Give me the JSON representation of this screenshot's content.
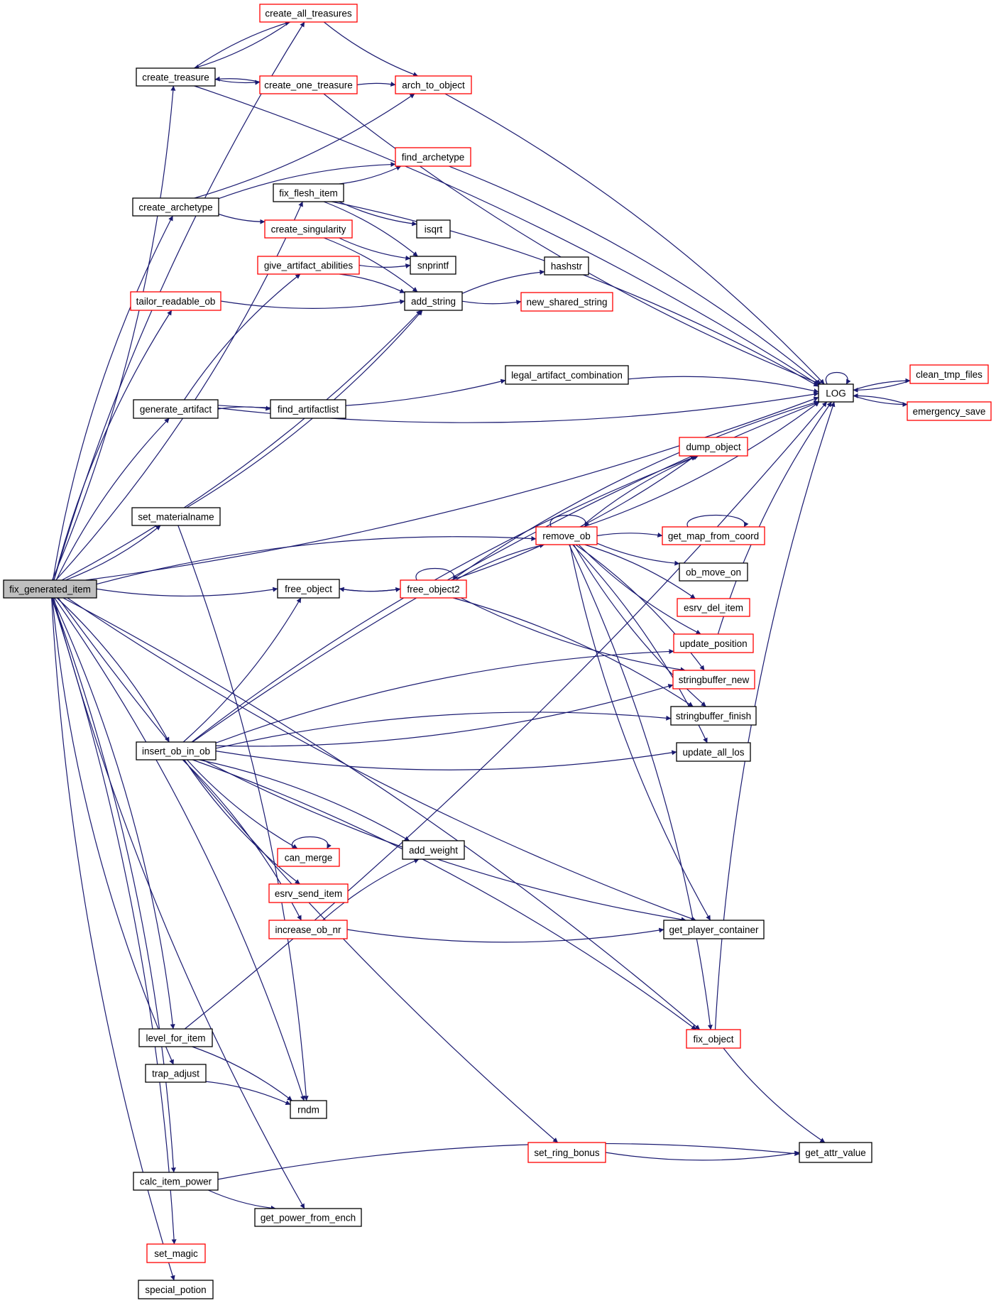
{
  "title": "fix_generated_item call graph",
  "colors": {
    "edge": "#191970",
    "focus_fill": "#bfbfbf",
    "default_fill": "#ffffff",
    "normal_border": "#000000",
    "truncated_border": "#ff0000"
  },
  "nodes": [
    {
      "id": "fix_generated_item",
      "label": "fix_generated_item",
      "kind": "focus"
    },
    {
      "id": "create_all_treasures",
      "label": "create_all_treasures",
      "kind": "truncated"
    },
    {
      "id": "create_treasure",
      "label": "create_treasure",
      "kind": "normal"
    },
    {
      "id": "create_one_treasure",
      "label": "create_one_treasure",
      "kind": "truncated"
    },
    {
      "id": "arch_to_object",
      "label": "arch_to_object",
      "kind": "truncated"
    },
    {
      "id": "find_archetype",
      "label": "find_archetype",
      "kind": "truncated"
    },
    {
      "id": "create_archetype",
      "label": "create_archetype",
      "kind": "normal"
    },
    {
      "id": "fix_flesh_item",
      "label": "fix_flesh_item",
      "kind": "normal"
    },
    {
      "id": "create_singularity",
      "label": "create_singularity",
      "kind": "truncated"
    },
    {
      "id": "isqrt",
      "label": "isqrt",
      "kind": "normal"
    },
    {
      "id": "give_artifact_abilities",
      "label": "give_artifact_abilities",
      "kind": "truncated"
    },
    {
      "id": "snprintf",
      "label": "snprintf",
      "kind": "normal"
    },
    {
      "id": "hashstr",
      "label": "hashstr",
      "kind": "normal"
    },
    {
      "id": "tailor_readable_ob",
      "label": "tailor_readable_ob",
      "kind": "truncated"
    },
    {
      "id": "add_string",
      "label": "add_string",
      "kind": "normal"
    },
    {
      "id": "new_shared_string",
      "label": "new_shared_string",
      "kind": "truncated"
    },
    {
      "id": "legal_artifact_combination",
      "label": "legal_artifact_combination",
      "kind": "normal"
    },
    {
      "id": "LOG",
      "label": "LOG",
      "kind": "normal"
    },
    {
      "id": "clean_tmp_files",
      "label": "clean_tmp_files",
      "kind": "truncated"
    },
    {
      "id": "emergency_save",
      "label": "emergency_save",
      "kind": "truncated"
    },
    {
      "id": "generate_artifact",
      "label": "generate_artifact",
      "kind": "normal"
    },
    {
      "id": "find_artifactlist",
      "label": "find_artifactlist",
      "kind": "normal"
    },
    {
      "id": "dump_object",
      "label": "dump_object",
      "kind": "truncated"
    },
    {
      "id": "set_materialname",
      "label": "set_materialname",
      "kind": "normal"
    },
    {
      "id": "remove_ob",
      "label": "remove_ob",
      "kind": "truncated"
    },
    {
      "id": "get_map_from_coord",
      "label": "get_map_from_coord",
      "kind": "truncated"
    },
    {
      "id": "ob_move_on",
      "label": "ob_move_on",
      "kind": "normal"
    },
    {
      "id": "free_object",
      "label": "free_object",
      "kind": "normal"
    },
    {
      "id": "free_object2",
      "label": "free_object2",
      "kind": "truncated"
    },
    {
      "id": "esrv_del_item",
      "label": "esrv_del_item",
      "kind": "truncated"
    },
    {
      "id": "update_position",
      "label": "update_position",
      "kind": "truncated"
    },
    {
      "id": "stringbuffer_new",
      "label": "stringbuffer_new",
      "kind": "truncated"
    },
    {
      "id": "stringbuffer_finish",
      "label": "stringbuffer_finish",
      "kind": "normal"
    },
    {
      "id": "insert_ob_in_ob",
      "label": "insert_ob_in_ob",
      "kind": "normal"
    },
    {
      "id": "update_all_los",
      "label": "update_all_los",
      "kind": "normal"
    },
    {
      "id": "can_merge",
      "label": "can_merge",
      "kind": "truncated"
    },
    {
      "id": "add_weight",
      "label": "add_weight",
      "kind": "normal"
    },
    {
      "id": "esrv_send_item",
      "label": "esrv_send_item",
      "kind": "truncated"
    },
    {
      "id": "increase_ob_nr",
      "label": "increase_ob_nr",
      "kind": "truncated"
    },
    {
      "id": "get_player_container",
      "label": "get_player_container",
      "kind": "normal"
    },
    {
      "id": "level_for_item",
      "label": "level_for_item",
      "kind": "normal"
    },
    {
      "id": "fix_object",
      "label": "fix_object",
      "kind": "truncated"
    },
    {
      "id": "trap_adjust",
      "label": "trap_adjust",
      "kind": "normal"
    },
    {
      "id": "rndm",
      "label": "rndm",
      "kind": "normal"
    },
    {
      "id": "get_attr_value",
      "label": "get_attr_value",
      "kind": "normal"
    },
    {
      "id": "set_ring_bonus",
      "label": "set_ring_bonus",
      "kind": "truncated"
    },
    {
      "id": "calc_item_power",
      "label": "calc_item_power",
      "kind": "normal"
    },
    {
      "id": "get_power_from_ench",
      "label": "get_power_from_ench",
      "kind": "normal"
    },
    {
      "id": "set_magic",
      "label": "set_magic",
      "kind": "truncated"
    },
    {
      "id": "special_potion",
      "label": "special_potion",
      "kind": "normal"
    }
  ],
  "edges": [
    [
      "fix_generated_item",
      "create_all_treasures"
    ],
    [
      "fix_generated_item",
      "create_treasure"
    ],
    [
      "fix_generated_item",
      "create_archetype"
    ],
    [
      "fix_generated_item",
      "fix_flesh_item"
    ],
    [
      "fix_generated_item",
      "tailor_readable_ob"
    ],
    [
      "fix_generated_item",
      "add_string"
    ],
    [
      "fix_generated_item",
      "generate_artifact"
    ],
    [
      "fix_generated_item",
      "set_materialname"
    ],
    [
      "fix_generated_item",
      "remove_ob"
    ],
    [
      "fix_generated_item",
      "free_object"
    ],
    [
      "fix_generated_item",
      "insert_ob_in_ob"
    ],
    [
      "fix_generated_item",
      "LOG"
    ],
    [
      "fix_generated_item",
      "fix_object"
    ],
    [
      "fix_generated_item",
      "get_player_container"
    ],
    [
      "fix_generated_item",
      "level_for_item"
    ],
    [
      "fix_generated_item",
      "trap_adjust"
    ],
    [
      "fix_generated_item",
      "rndm"
    ],
    [
      "fix_generated_item",
      "set_ring_bonus"
    ],
    [
      "fix_generated_item",
      "calc_item_power"
    ],
    [
      "fix_generated_item",
      "get_power_from_ench"
    ],
    [
      "fix_generated_item",
      "set_magic"
    ],
    [
      "fix_generated_item",
      "special_potion"
    ],
    [
      "create_all_treasures",
      "create_treasure"
    ],
    [
      "create_all_treasures",
      "arch_to_object"
    ],
    [
      "create_treasure",
      "create_all_treasures"
    ],
    [
      "create_treasure",
      "create_one_treasure"
    ],
    [
      "create_treasure",
      "LOG"
    ],
    [
      "create_one_treasure",
      "create_treasure"
    ],
    [
      "create_one_treasure",
      "arch_to_object"
    ],
    [
      "create_one_treasure",
      "LOG"
    ],
    [
      "arch_to_object",
      "LOG"
    ],
    [
      "create_archetype",
      "arch_to_object"
    ],
    [
      "create_archetype",
      "find_archetype"
    ],
    [
      "create_archetype",
      "create_singularity"
    ],
    [
      "find_archetype",
      "LOG"
    ],
    [
      "fix_flesh_item",
      "find_archetype"
    ],
    [
      "fix_flesh_item",
      "LOG"
    ],
    [
      "fix_flesh_item",
      "isqrt"
    ],
    [
      "fix_flesh_item",
      "snprintf"
    ],
    [
      "create_singularity",
      "snprintf"
    ],
    [
      "create_singularity",
      "add_string"
    ],
    [
      "give_artifact_abilities",
      "snprintf"
    ],
    [
      "give_artifact_abilities",
      "add_string"
    ],
    [
      "tailor_readable_ob",
      "add_string"
    ],
    [
      "add_string",
      "hashstr"
    ],
    [
      "add_string",
      "new_shared_string"
    ],
    [
      "generate_artifact",
      "give_artifact_abilities"
    ],
    [
      "generate_artifact",
      "LOG"
    ],
    [
      "generate_artifact",
      "find_artifactlist"
    ],
    [
      "generate_artifact",
      "legal_artifact_combination"
    ],
    [
      "legal_artifact_combination",
      "LOG"
    ],
    [
      "set_materialname",
      "add_string"
    ],
    [
      "set_materialname",
      "rndm"
    ],
    [
      "LOG",
      "LOG"
    ],
    [
      "LOG",
      "clean_tmp_files"
    ],
    [
      "LOG",
      "emergency_save"
    ],
    [
      "clean_tmp_files",
      "LOG"
    ],
    [
      "emergency_save",
      "LOG"
    ],
    [
      "insert_ob_in_ob",
      "dump_object"
    ],
    [
      "insert_ob_in_ob",
      "free_object"
    ],
    [
      "insert_ob_in_ob",
      "update_position"
    ],
    [
      "insert_ob_in_ob",
      "stringbuffer_new"
    ],
    [
      "insert_ob_in_ob",
      "stringbuffer_finish"
    ],
    [
      "insert_ob_in_ob",
      "update_all_los"
    ],
    [
      "insert_ob_in_ob",
      "LOG"
    ],
    [
      "insert_ob_in_ob",
      "can_merge"
    ],
    [
      "insert_ob_in_ob",
      "add_weight"
    ],
    [
      "insert_ob_in_ob",
      "esrv_send_item"
    ],
    [
      "insert_ob_in_ob",
      "increase_ob_nr"
    ],
    [
      "insert_ob_in_ob",
      "get_player_container"
    ],
    [
      "insert_ob_in_ob",
      "fix_object"
    ],
    [
      "free_object",
      "free_object2"
    ],
    [
      "free_object2",
      "free_object"
    ],
    [
      "free_object2",
      "free_object2"
    ],
    [
      "free_object2",
      "remove_ob"
    ],
    [
      "free_object2",
      "dump_object"
    ],
    [
      "free_object2",
      "LOG"
    ],
    [
      "free_object2",
      "stringbuffer_new"
    ],
    [
      "free_object2",
      "stringbuffer_finish"
    ],
    [
      "remove_ob",
      "remove_ob"
    ],
    [
      "remove_ob",
      "dump_object"
    ],
    [
      "remove_ob",
      "LOG"
    ],
    [
      "remove_ob",
      "get_map_from_coord"
    ],
    [
      "remove_ob",
      "ob_move_on"
    ],
    [
      "remove_ob",
      "esrv_del_item"
    ],
    [
      "remove_ob",
      "update_position"
    ],
    [
      "remove_ob",
      "stringbuffer_new"
    ],
    [
      "remove_ob",
      "stringbuffer_finish"
    ],
    [
      "remove_ob",
      "update_all_los"
    ],
    [
      "remove_ob",
      "get_player_container"
    ],
    [
      "remove_ob",
      "fix_object"
    ],
    [
      "get_map_from_coord",
      "get_map_from_coord"
    ],
    [
      "update_position",
      "LOG"
    ],
    [
      "can_merge",
      "can_merge"
    ],
    [
      "increase_ob_nr",
      "add_weight"
    ],
    [
      "increase_ob_nr",
      "get_player_container"
    ],
    [
      "fix_object",
      "LOG"
    ],
    [
      "fix_object",
      "get_attr_value"
    ],
    [
      "level_for_item",
      "rndm"
    ],
    [
      "level_for_item",
      "LOG"
    ],
    [
      "trap_adjust",
      "rndm"
    ],
    [
      "set_ring_bonus",
      "get_attr_value"
    ],
    [
      "calc_item_power",
      "get_attr_value"
    ],
    [
      "calc_item_power",
      "get_power_from_ench"
    ]
  ]
}
